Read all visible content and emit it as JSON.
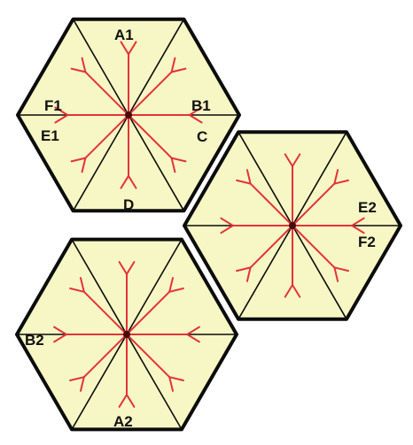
{
  "colors": {
    "fill": "#f6f7c4",
    "outline": "#0c0c0c",
    "spokes": "#e5323a",
    "center": "#4a0a0a"
  },
  "hexagons": [
    {
      "name": "top-left",
      "labels": [
        "A1",
        "F1",
        "B1",
        "E1",
        "C",
        "D"
      ]
    },
    {
      "name": "right",
      "labels": [
        "E2",
        "F2"
      ]
    },
    {
      "name": "bottom-left",
      "labels": [
        "B2",
        "A2"
      ]
    }
  ]
}
